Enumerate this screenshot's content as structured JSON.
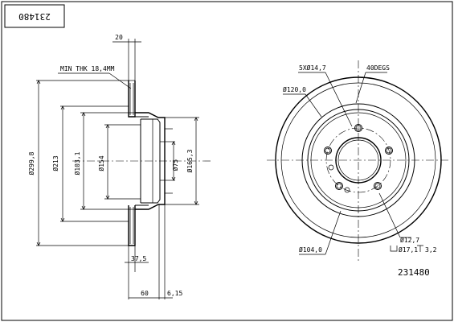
{
  "part_number": "231480",
  "part_number_rotated": "231480",
  "labels": {
    "min_thickness": "MIN THK 18,4MM",
    "dim_20": "20",
    "dia_299_8": "Ø299,8",
    "dia_213": "Ø213",
    "dia_103_1": "Ø103,1",
    "dia_154": "Ø154",
    "dia_75": "Ø75",
    "dia_165_3": "Ø165,3",
    "dim_37_5": "37,5",
    "dim_60": "60",
    "dim_6_15": "6,15",
    "holes_5x": "5XØ14,7",
    "angle_40": "40DEGS",
    "dia_120": "Ø120,0",
    "dia_104": "Ø104,0",
    "dia_12_7": "Ø12,7",
    "dia_17_1_depth": "Ø17,1",
    "depth_3_2": "3,2"
  },
  "colors": {
    "line": "#000000",
    "background": "#ffffff"
  },
  "icons": {
    "counterbore": "counterbore-icon",
    "depth": "depth-icon"
  }
}
